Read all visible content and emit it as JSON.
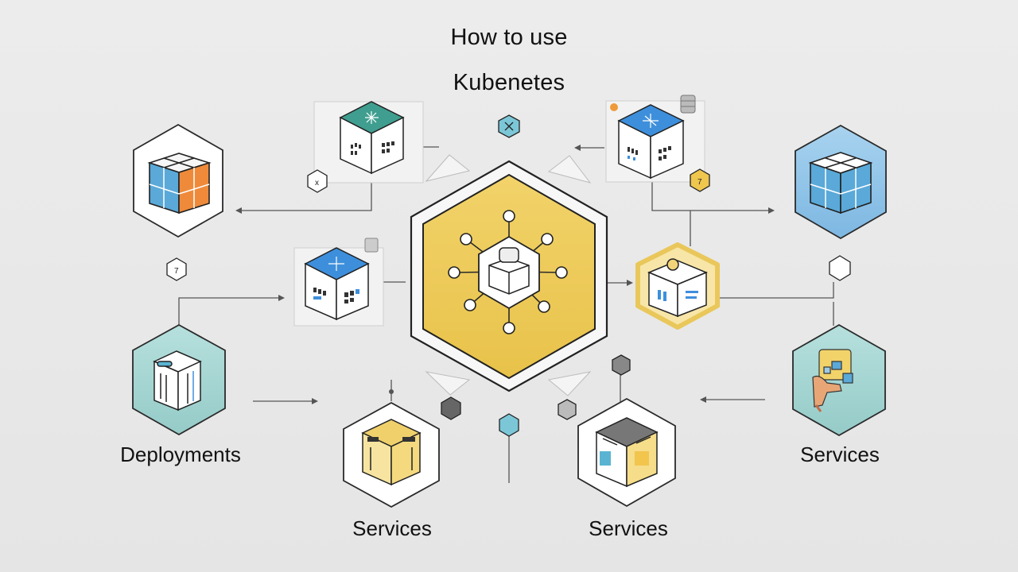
{
  "title_line1": "How to use",
  "title_line2": "Kubenetes",
  "labels": {
    "left_bottom": "Deployments",
    "right_bottom": "Services",
    "bottom_left": "Services",
    "bottom_right": "Services"
  },
  "colors": {
    "background": "#e9e9e9",
    "core_yellow": "#ecc64d",
    "accent_blue": "#3d8fdc",
    "accent_teal": "#3f9e8f",
    "accent_orange": "#ef8a3a",
    "light_blue": "#9ccbe8",
    "light_teal": "#a9d8d6",
    "outline": "#2a2a2a"
  },
  "icons": [
    "kubernetes-core-hexagon",
    "cube-pod-icon",
    "container-icon",
    "server-rack-icon",
    "hand-puzzle-icon",
    "small-hexagon-marker-icon"
  ]
}
